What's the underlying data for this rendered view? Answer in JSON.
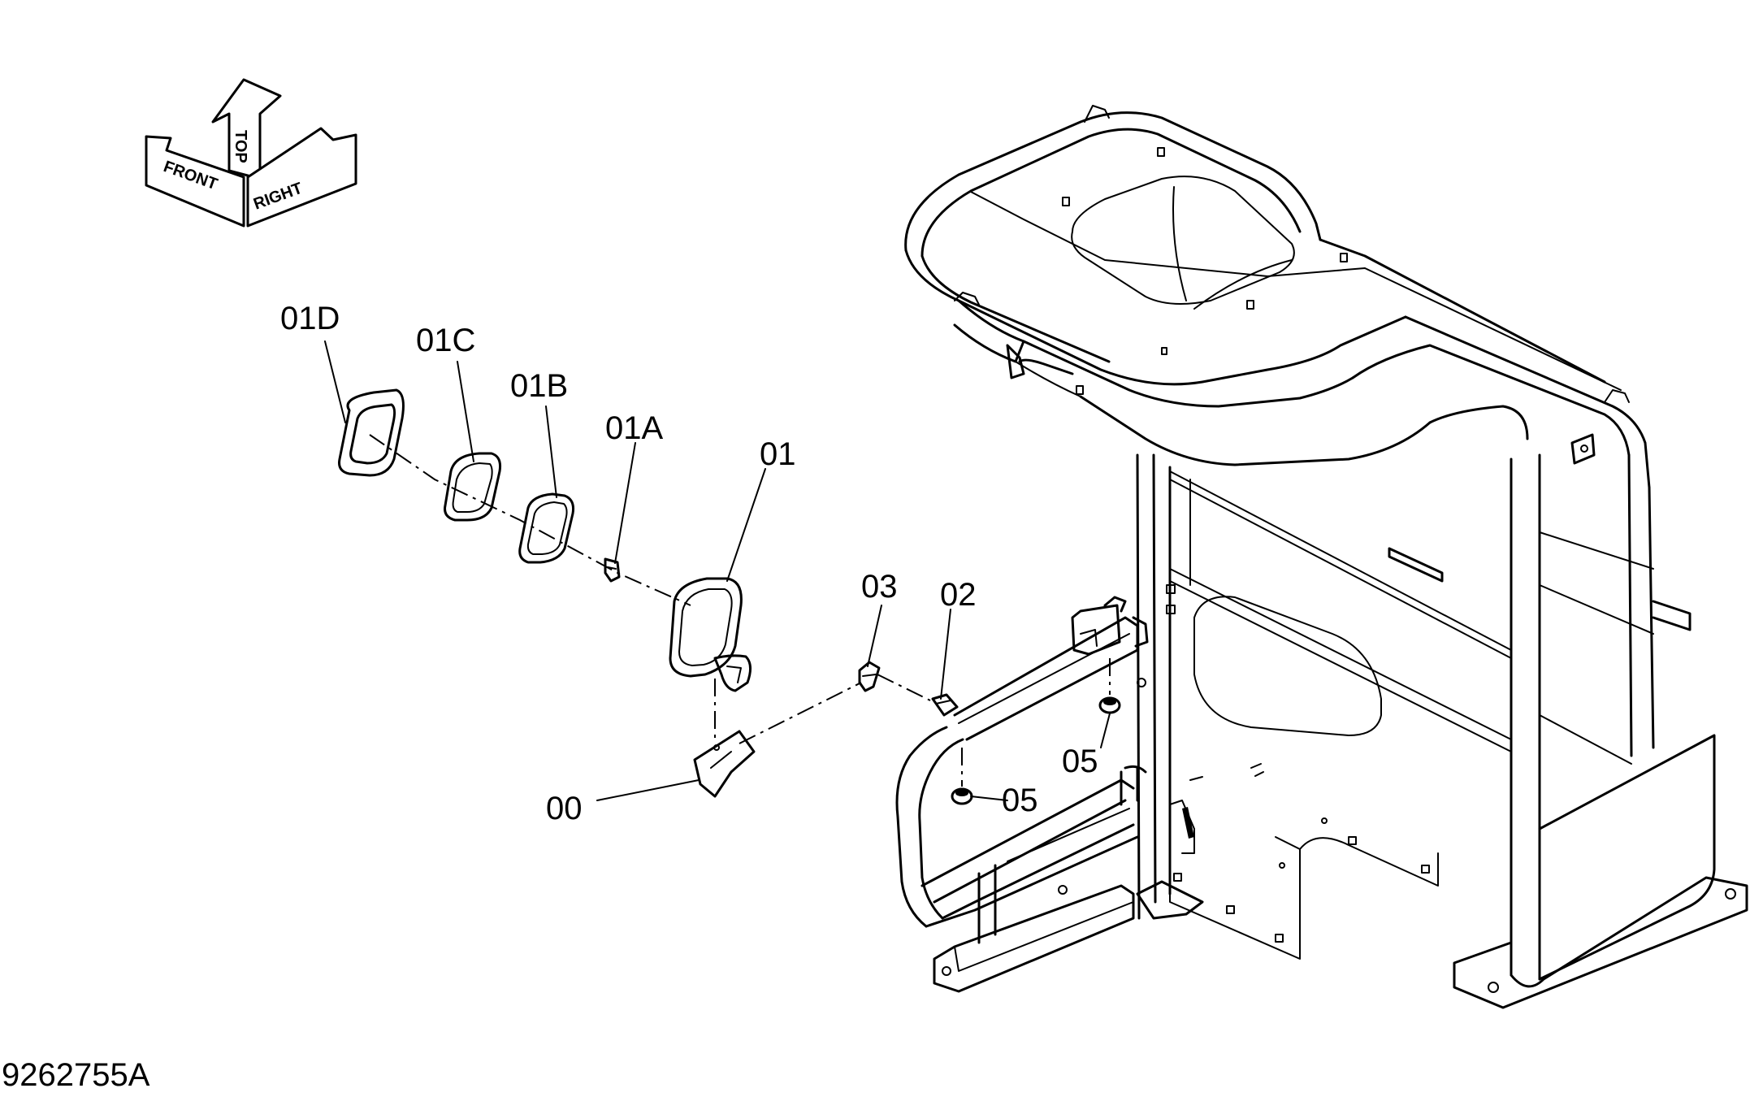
{
  "drawing_number": "9262755A",
  "orientation": {
    "top": "TOP",
    "front": "FRONT",
    "right": "RIGHT"
  },
  "callouts": {
    "c01D": "01D",
    "c01C": "01C",
    "c01B": "01B",
    "c01A": "01A",
    "c01": "01",
    "c03": "03",
    "c02": "02",
    "c05_upper": "05",
    "c05_lower": "05",
    "c00": "00"
  },
  "colors": {
    "ink": "#000000",
    "paper": "#ffffff"
  }
}
